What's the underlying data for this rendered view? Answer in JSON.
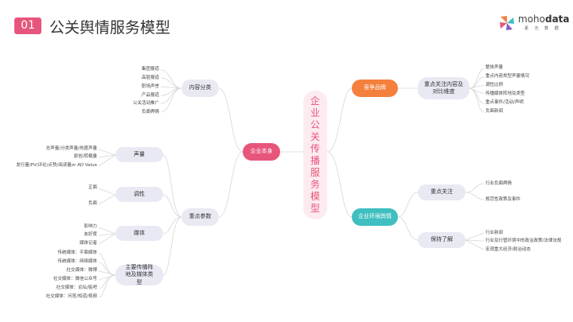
{
  "header": {
    "number": "01",
    "title": "公关舆情服务模型"
  },
  "logo": {
    "name_light": "moho",
    "name_bold": "data",
    "sub": "袤 元 数 据"
  },
  "center": {
    "title": [
      "企",
      "业",
      "公",
      "关",
      "传",
      "播",
      "服",
      "务",
      "模",
      "型"
    ]
  },
  "left": {
    "main": "企业本身",
    "content_category": {
      "label": "内容分类",
      "items": [
        "集团报道",
        "高层报道",
        "职场声誉",
        "产品报道",
        "公关活动推广",
        "负面舆情"
      ]
    },
    "key_params": {
      "label": "重点参数",
      "volume": {
        "label": "声量",
        "items": [
          "总声量/分类声量/热度声量",
          "原创/转载量",
          "发行量/PV/评论/点赞/阅读量or AD Value"
        ]
      },
      "tone": {
        "label": "调性",
        "items": [
          "正面",
          "负面"
        ]
      },
      "media": {
        "label": "媒体",
        "items": [
          "影响力",
          "友好度",
          "媒体记者"
        ]
      },
      "channels": {
        "label": "主要传播阵地及媒体类型",
        "items": [
          "传统媒体：平面媒体",
          "传统媒体：网络媒体",
          "社交媒体：微博",
          "社交媒体：微信公众号",
          "社交媒体：论坛/贴吧",
          "社交媒体：问答/知道/视频"
        ]
      }
    }
  },
  "right": {
    "competitor": {
      "label": "竞争品牌",
      "focus": {
        "label": "重点关注内容及对比维度",
        "items": [
          "整体声量",
          "重点内容类型声量情况",
          "调性比例",
          "传播媒体阵地及类型",
          "重点事件/活动/声明",
          "负面新闻"
        ]
      }
    },
    "environment": {
      "label": "企业环境舆情",
      "focus": {
        "label": "重点关注",
        "items": [
          "行业负面舆情",
          "规范性政策及事件"
        ]
      },
      "aware": {
        "label": "保持了解",
        "items": [
          "行业新闻",
          "行业及行管环境中的政治政策/法律法规",
          "宏观重大经济/政治动态"
        ]
      }
    }
  },
  "colors": {
    "pink": "#e8557c",
    "orange": "#f5803e",
    "teal": "#3fbfc0",
    "node": "#e9e9f4"
  }
}
